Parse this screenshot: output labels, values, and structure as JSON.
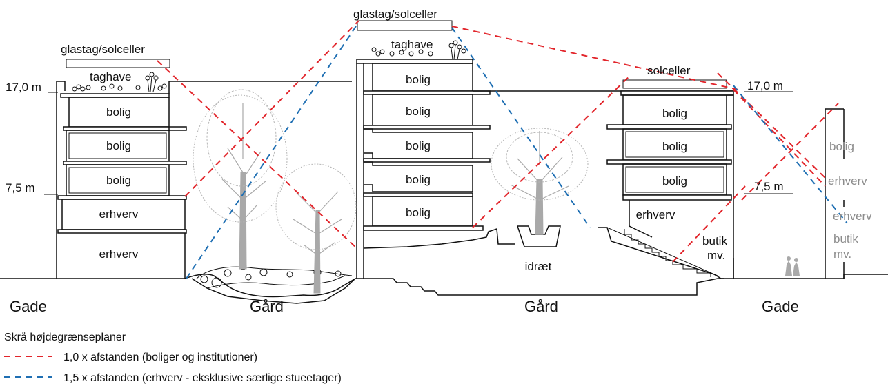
{
  "labels": {
    "glastag_left": "glastag/solceller",
    "glastag_top": "glastag/solceller",
    "solceller_right": "solceller",
    "taghave_left": "taghave",
    "taghave_mid": "taghave",
    "bolig": "bolig",
    "erhverv": "erhverv",
    "idraet": "idræt",
    "butik_line1": "butik",
    "butik_line2": "mv.",
    "gade_left": "Gade",
    "gaard_left": "Gård",
    "gaard_mid": "Gård",
    "gade_right": "Gade"
  },
  "heights": {
    "h17_left": "17,0 m",
    "h7_left": "7,5 m",
    "h17_right": "17,0 m",
    "h7_right": "7,5 m"
  },
  "far_right": {
    "bolig": "bolig",
    "erhverv_upper": "erhverv",
    "erhverv_lower": "erhverv",
    "butik_line1": "butik",
    "butik_line2": "mv."
  },
  "legend": {
    "title": "Skrå højdegrænseplaner",
    "red_label": "1,0 x afstanden (boliger og institutioner)",
    "blue_label": "1,5 x afstanden (erhverv - eksklusive særlige stueetager)"
  },
  "colors": {
    "red_line": "#e2252b",
    "blue_line": "#1f6fb3",
    "tree_grey": "#a9a9a9",
    "faded_text": "#8c8c8c"
  }
}
